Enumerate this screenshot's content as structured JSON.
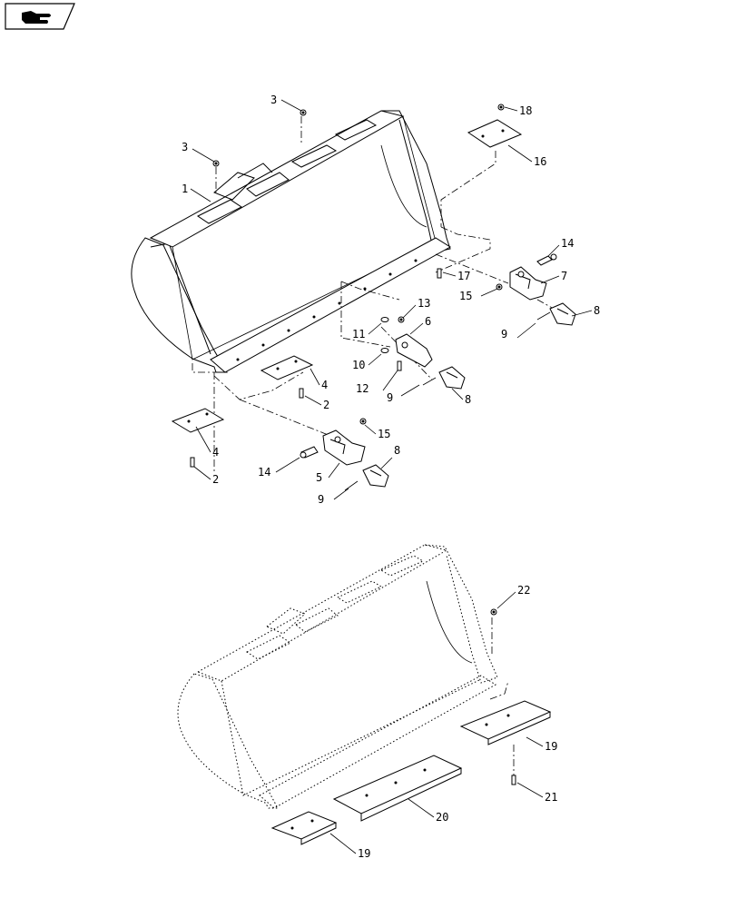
{
  "toolbar": {
    "nav_icon": "hand-pointing-right-icon"
  },
  "callouts": {
    "c1": "1",
    "c2a": "2",
    "c2b": "2",
    "c3a": "3",
    "c3b": "3",
    "c4a": "4",
    "c4b": "4",
    "c5": "5",
    "c6": "6",
    "c7": "7",
    "c8a": "8",
    "c8b": "8",
    "c8c": "8",
    "c9a": "9",
    "c9b": "9",
    "c9c": "9",
    "c10": "10",
    "c11": "11",
    "c12": "12",
    "c13": "13",
    "c14a": "14",
    "c14b": "14",
    "c15a": "15",
    "c15b": "15",
    "c16": "16",
    "c17": "17",
    "c18": "18",
    "c19a": "19",
    "c19b": "19",
    "c20": "20",
    "c21": "21",
    "c22": "22"
  }
}
